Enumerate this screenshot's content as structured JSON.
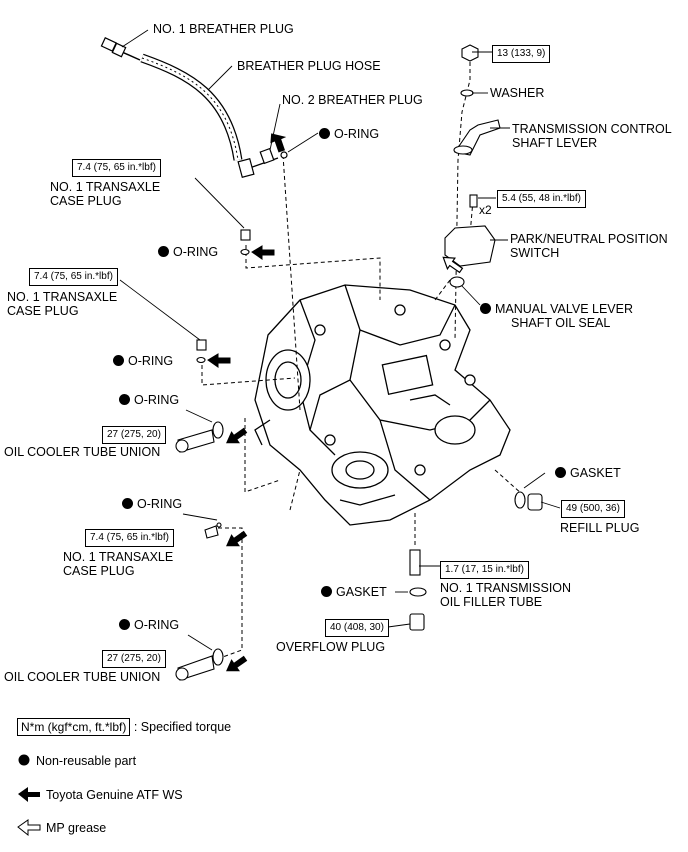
{
  "labels": {
    "breather1": "NO. 1 BREATHER PLUG",
    "breather_hose": "BREATHER PLUG HOSE",
    "breather2": "NO. 2 BREATHER PLUG",
    "oring": "O-RING",
    "case_plug": "NO. 1 TRANSAXLE",
    "case_plug2": "CASE PLUG",
    "washer": "WASHER",
    "tcs_lever1": "TRANSMISSION CONTROL",
    "tcs_lever2": "SHAFT LEVER",
    "pnp1": "PARK/NEUTRAL POSITION",
    "pnp2": "SWITCH",
    "mvl1": "MANUAL VALVE LEVER",
    "mvl2": "SHAFT OIL SEAL",
    "cooler_union": "OIL COOLER TUBE UNION",
    "gasket": "GASKET",
    "refill": "REFILL PLUG",
    "filler1": "NO. 1 TRANSMISSION",
    "filler2": "OIL FILLER TUBE",
    "overflow": "OVERFLOW PLUG",
    "x2": "x2"
  },
  "torques": {
    "nut": "13 (133, 9)",
    "case_plug": "7.4 (75, 65 in.*lbf)",
    "pnp_bolt": "5.4 (55, 48 in.*lbf)",
    "union": "27 (275, 20)",
    "refill": "49 (500, 36)",
    "filler": "1.7 (17, 15 in.*lbf)",
    "overflow": "40 (408, 30)"
  },
  "legend": {
    "torque_box": "N*m (kgf*cm, ft.*lbf)",
    "torque_desc": ": Specified torque",
    "nonreusable": "Non-reusable part",
    "atf": "Toyota Genuine ATF WS",
    "grease": "MP grease"
  }
}
